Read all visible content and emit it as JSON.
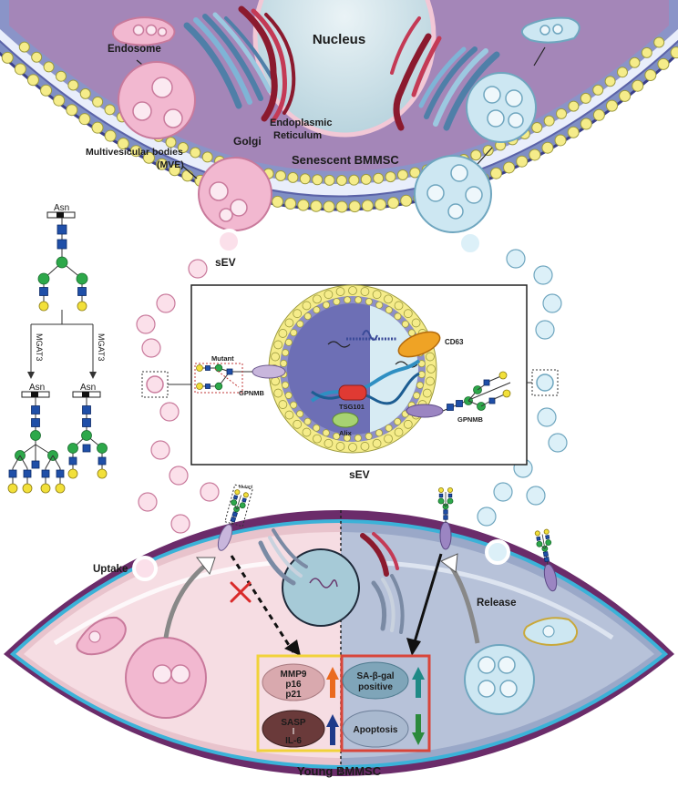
{
  "top_cell": {
    "nucleus": "Nucleus",
    "endosome": "Endosome",
    "golgi": "Golgi",
    "er_line1": "Endoplasmic",
    "er_line2": "Reticulum",
    "mvb_line1": "Multivesicular bodies",
    "mvb_line2": "(MVE)",
    "cell_name": "Senescent BMMSC"
  },
  "sev_label_top": "sEV",
  "sev_label_bottom": "sEV",
  "glycan": {
    "asn_top": "Asn",
    "mgat_left": "MGAT3",
    "mgat_right": "MGAT3",
    "asn_left": "Asn",
    "asn_right": "Asn"
  },
  "sev_inset": {
    "mutant": "Mutant",
    "gpnmb_left": "GPNMB",
    "cd63": "CD63",
    "tsg101": "TSG101",
    "alix": "Alix",
    "gpnmb_right": "GPNMB"
  },
  "bottom_cell": {
    "uptake": "Uptake",
    "release": "Release",
    "mini_mutant": "Mutant",
    "cell_name": "Young BMMSC",
    "box_left_top": [
      "MMP9",
      "p16",
      "p21"
    ],
    "box_left_bottom_1": "SASP",
    "box_left_bottom_2": "IL-6",
    "box_right_top": [
      "SA-β-gal",
      "positive"
    ],
    "box_right_bottom": "Apoptosis"
  },
  "colors": {
    "cytoplasm_top": "#a486b8",
    "pink_vesicle": "#f2b8d0",
    "blue_vesicle": "#cde7f2",
    "young_left": "#f6dde3",
    "young_right": "#b7c2d9",
    "box_yellow": "#f1d23a",
    "box_red": "#d9453a",
    "arrow_orange": "#ea6a1f",
    "arrow_navy": "#1f3a8a",
    "arrow_teal": "#1f8a86",
    "arrow_green": "#2c8a3c"
  }
}
